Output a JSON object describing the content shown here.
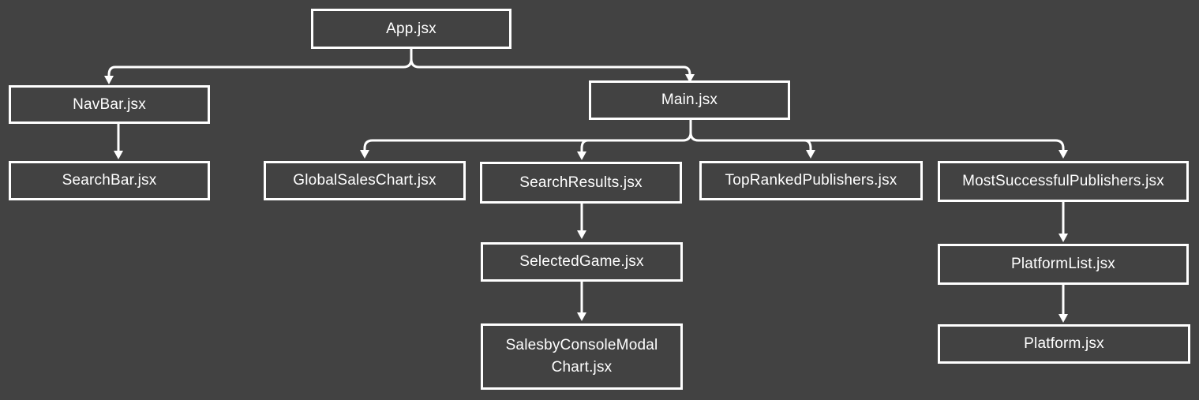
{
  "colors": {
    "background": "#424242",
    "stroke": "#ffffff",
    "text": "#ffffff"
  },
  "nodes": {
    "app": {
      "label": "App.jsx"
    },
    "navbar": {
      "label": "NavBar.jsx"
    },
    "main": {
      "label": "Main.jsx"
    },
    "searchbar": {
      "label": "SearchBar.jsx"
    },
    "global_sales_chart": {
      "label": "GlobalSalesChart.jsx"
    },
    "search_results": {
      "label": "SearchResults.jsx"
    },
    "top_ranked_publishers": {
      "label": "TopRankedPublishers.jsx"
    },
    "most_successful_publishers": {
      "label": "MostSuccessfulPublishers.jsx"
    },
    "selected_game": {
      "label": "SelectedGame.jsx"
    },
    "sales_by_console_modal_chart": {
      "label_line1": "SalesbyConsoleModal",
      "label_line2": "Chart.jsx"
    },
    "platform_list": {
      "label": "PlatformList.jsx"
    },
    "platform": {
      "label": "Platform.jsx"
    }
  },
  "edges": [
    {
      "from": "app",
      "to": "navbar"
    },
    {
      "from": "app",
      "to": "main"
    },
    {
      "from": "navbar",
      "to": "searchbar"
    },
    {
      "from": "main",
      "to": "global_sales_chart"
    },
    {
      "from": "main",
      "to": "search_results"
    },
    {
      "from": "main",
      "to": "top_ranked_publishers"
    },
    {
      "from": "main",
      "to": "most_successful_publishers"
    },
    {
      "from": "search_results",
      "to": "selected_game"
    },
    {
      "from": "selected_game",
      "to": "sales_by_console_modal_chart"
    },
    {
      "from": "most_successful_publishers",
      "to": "platform_list"
    },
    {
      "from": "platform_list",
      "to": "platform"
    }
  ]
}
